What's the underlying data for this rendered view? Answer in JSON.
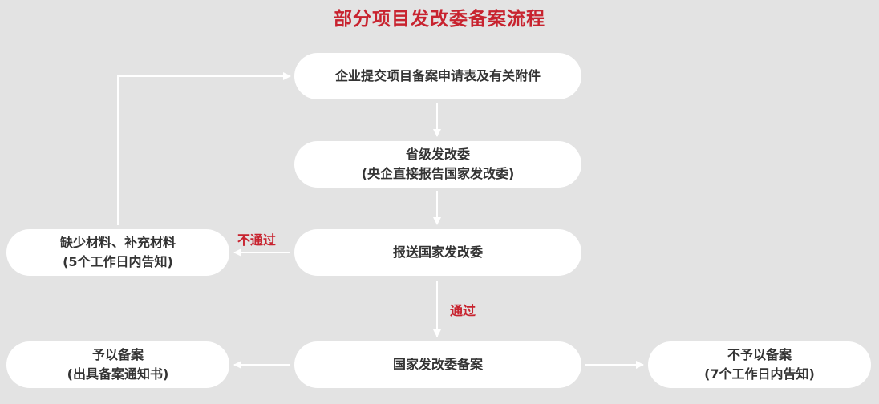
{
  "title": "部分项目发改委备案流程",
  "colors": {
    "accent": "#c8232f",
    "background": "#e3e3e3",
    "node_fill": "#ffffff",
    "arrow": "#ffffff",
    "text": "#333333"
  },
  "nodes": {
    "submit": {
      "line1": "企业提交项目备案申请表及有关附件"
    },
    "provincial": {
      "line1": "省级发改委",
      "line2": "(央企直接报告国家发改委)"
    },
    "national_review": {
      "line1": "报送国家发改委"
    },
    "supplement": {
      "line1": "缺少材料、补充材料",
      "line2": "(5个工作日内告知)"
    },
    "national_filing": {
      "line1": "国家发改委备案"
    },
    "approved": {
      "line1": "予以备案",
      "line2": "(出具备案通知书)"
    },
    "rejected": {
      "line1": "不予以备案",
      "line2": "(7个工作日内告知)"
    }
  },
  "labels": {
    "fail": "不通过",
    "pass": "通过"
  }
}
